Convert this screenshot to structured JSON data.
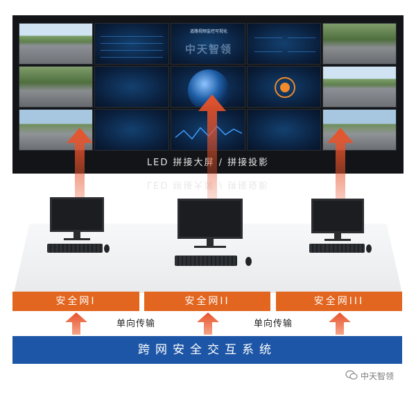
{
  "wall": {
    "caption": "LED 拼接大屏 / 拼接投影",
    "brand": "中天智领",
    "screen_title": "道路视频监控可视化"
  },
  "zones": [
    {
      "label": "安全网I"
    },
    {
      "label": "安全网II"
    },
    {
      "label": "安全网III"
    }
  ],
  "transfer_labels": [
    "单向传输",
    "单向传输"
  ],
  "system": {
    "label": "跨网安全交互系统"
  },
  "watermark": {
    "text": "中天智领"
  },
  "colors": {
    "zone": "#e2661f",
    "system_bar": "#1d56a6",
    "arrow": "#e8522a",
    "wall_bg": "#121417"
  }
}
